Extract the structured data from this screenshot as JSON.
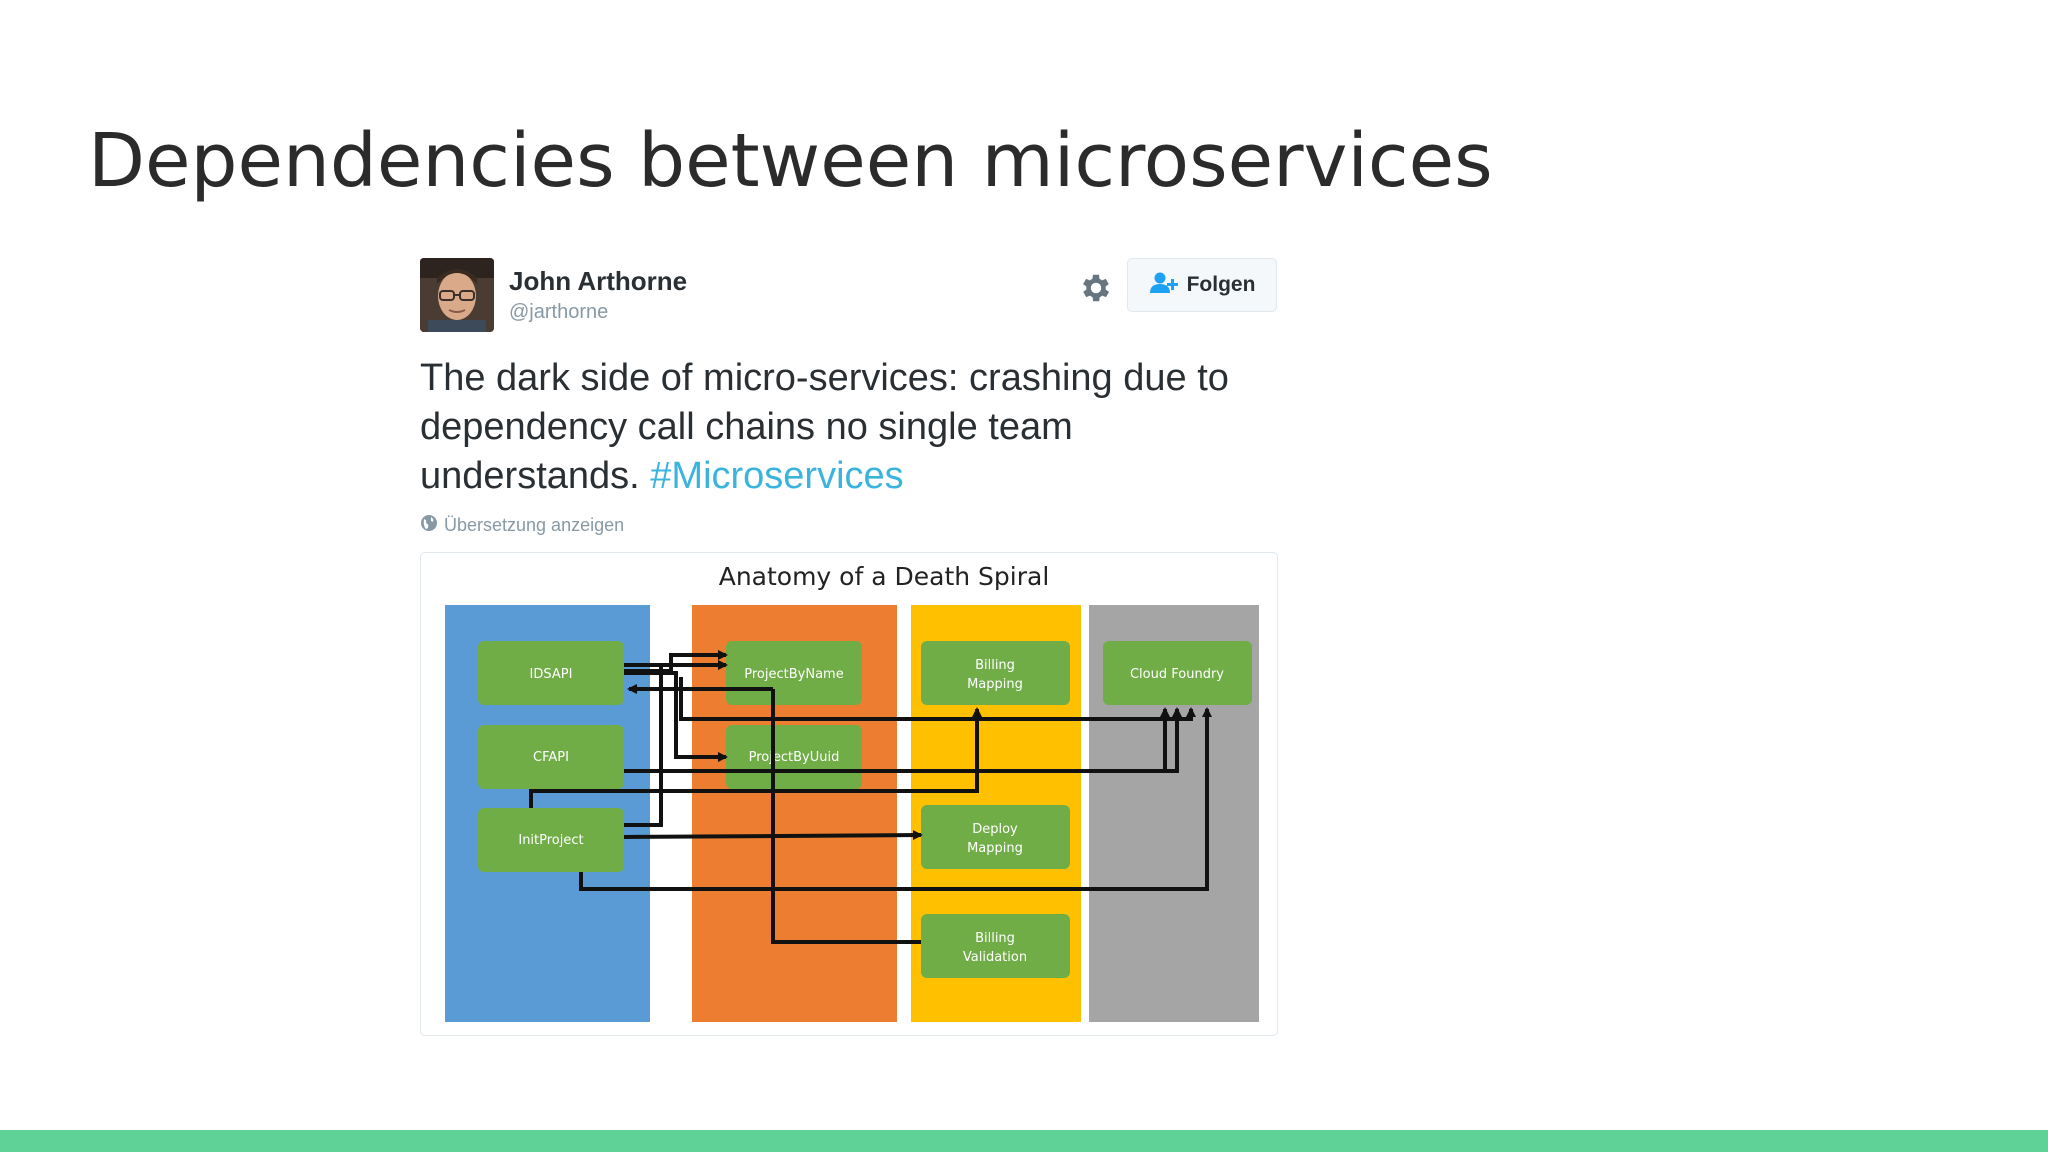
{
  "slide": {
    "title": "Dependencies between microservices",
    "footer_bar_color": "#5fd397"
  },
  "tweet": {
    "author_name": "John Arthorne",
    "author_handle": "@jarthorne",
    "follow_label": "Folgen",
    "text_main": "The dark side of micro-services: crashing due to dependency call chains no single team understands.",
    "hashtag": "#Microservices",
    "translate_label": "Übersetzung anzeigen",
    "icons": [
      "avatar",
      "gear-icon",
      "follow-user-icon",
      "globe-icon"
    ]
  },
  "diagram": {
    "title": "Anatomy of a Death Spiral",
    "columns": [
      {
        "name": "blue",
        "color": "#5b9bd5"
      },
      {
        "name": "orange",
        "color": "#ed7d31"
      },
      {
        "name": "yellow",
        "color": "#ffc000"
      },
      {
        "name": "gray",
        "color": "#a5a5a5"
      }
    ],
    "nodes": {
      "idsapi": "IDSAPI",
      "cfapi": "CFAPI",
      "initproject": "InitProject",
      "projectbyname": "ProjectByName",
      "projectbyuuid": "ProjectByUuid",
      "billing_mapping_1": "Billing",
      "billing_mapping_2": "Mapping",
      "deploy_mapping_1": "Deploy",
      "deploy_mapping_2": "Mapping",
      "billing_validation_1": "Billing",
      "billing_validation_2": "Validation",
      "cloud_foundry": "Cloud Foundry"
    },
    "node_color": "#70ad47"
  }
}
